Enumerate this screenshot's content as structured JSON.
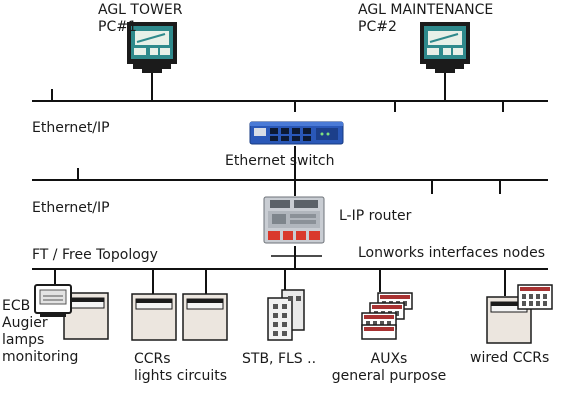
{
  "pcs": [
    {
      "name": "AGL TOWER",
      "id": "PC#1"
    },
    {
      "name": "AGL MAINTENANCE",
      "id": "PC#2"
    }
  ],
  "networks": {
    "ethernet_top": "Ethernet/IP",
    "ethernet_bottom": "Ethernet/IP",
    "ft": "FT / Free Topology"
  },
  "devices": {
    "switch": "Ethernet switch",
    "router": "L-IP router",
    "lonworks": "Lonworks interfaces nodes"
  },
  "nodes": [
    {
      "label": "ECB\nAugier\nlamps\nmonitoring"
    },
    {
      "label": "CCRs\nlights circuits"
    },
    {
      "label": "STB, FLS .."
    },
    {
      "label": "AUXs\ngeneral purpose"
    },
    {
      "label": "wired CCRs"
    }
  ],
  "colors": {
    "line": "#111111",
    "monitor_frame": "#1b1b1b",
    "monitor_screen": "#2f8a8c",
    "screen_window": "#e8f0e8",
    "switch_body": "#2a58b8",
    "router_body": "#c9cdd3",
    "router_accent": "#d9392c",
    "device_panel": "#ece6df",
    "device_display": "#f5f5f5",
    "aux_red": "#a83232"
  }
}
